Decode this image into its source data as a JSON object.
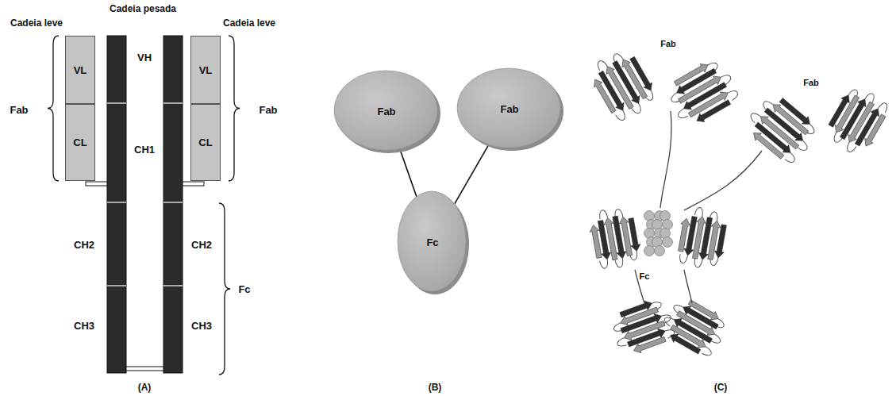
{
  "diagram": {
    "nodes": [
      {
        "text": [
          "VL"
        ]
      },
      {
        "text": [
          "CL"
        ]
      },
      {
        "text": [
          "VL"
        ]
      },
      {
        "text": [
          "CL"
        ]
      },
      {
        "text": [
          "Fab"
        ]
      },
      {
        "text": [
          "Fab"
        ]
      },
      {
        "text": [
          "Fc"
        ]
      }
    ],
    "edges": [
      {
        "from": 4,
        "to": 6,
        "arrow": "none"
      },
      {
        "from": 5,
        "to": 6,
        "arrow": "none"
      }
    ],
    "labels": [
      "Cadeia pesada",
      "Cadeia leve",
      "Cadeia leve",
      "VH",
      "CH1",
      "Fab",
      "Fab",
      "CH2",
      "CH2",
      "CH3",
      "CH3",
      "Fc",
      "(A)",
      "(B)",
      "Fab",
      "Fab",
      "Fc",
      "(C)"
    ]
  }
}
